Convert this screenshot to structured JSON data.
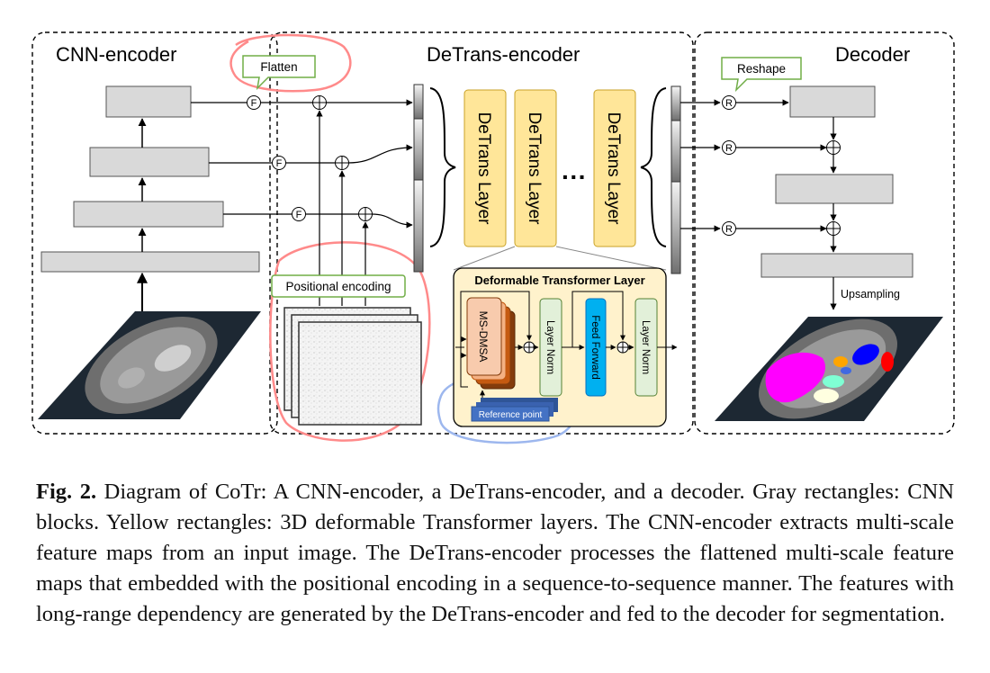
{
  "sections": {
    "cnn": "CNN-encoder",
    "detrans": "DeTrans-encoder",
    "decoder": "Decoder"
  },
  "callouts": {
    "flatten": "Flatten",
    "reshape": "Reshape",
    "positional": "Positional encoding"
  },
  "ops": {
    "flatten": "F",
    "reshape": "R"
  },
  "layers": {
    "detrans": "DeTrans Layer",
    "dots": "···"
  },
  "deform": {
    "title": "Deformable Transformer Layer",
    "msdmsa": "MS-DMSA",
    "layernorm": "Layer Norm",
    "feedforward": "Feed Forward",
    "refpoint": "Reference point"
  },
  "upsampling": "Upsampling",
  "caption": {
    "label": "Fig. 2.",
    "text": "Diagram of CoTr: A CNN-encoder, a DeTrans-encoder, and a decoder. Gray rectangles: CNN blocks. Yellow rectangles: 3D deformable Transformer layers. The CNN-encoder extracts multi-scale feature maps from an input image. The DeTrans-encoder processes the flattened multi-scale feature maps that embedded with the positional encoding in a sequence-to-sequence manner. The features with long-range dependency are generated by the DeTrans-encoder and fed to the decoder for segmentation."
  },
  "colors": {
    "cnn_block": "#d9d9d9",
    "detrans_layer": "#ffe699",
    "deform_panel": "#fff2cc",
    "msdmsa": "#f8cbad",
    "feedforward": "#00b0f0",
    "layernorm": "#e2f0d9",
    "refpoint": "#4472c4",
    "callout_border": "#70ad47"
  }
}
